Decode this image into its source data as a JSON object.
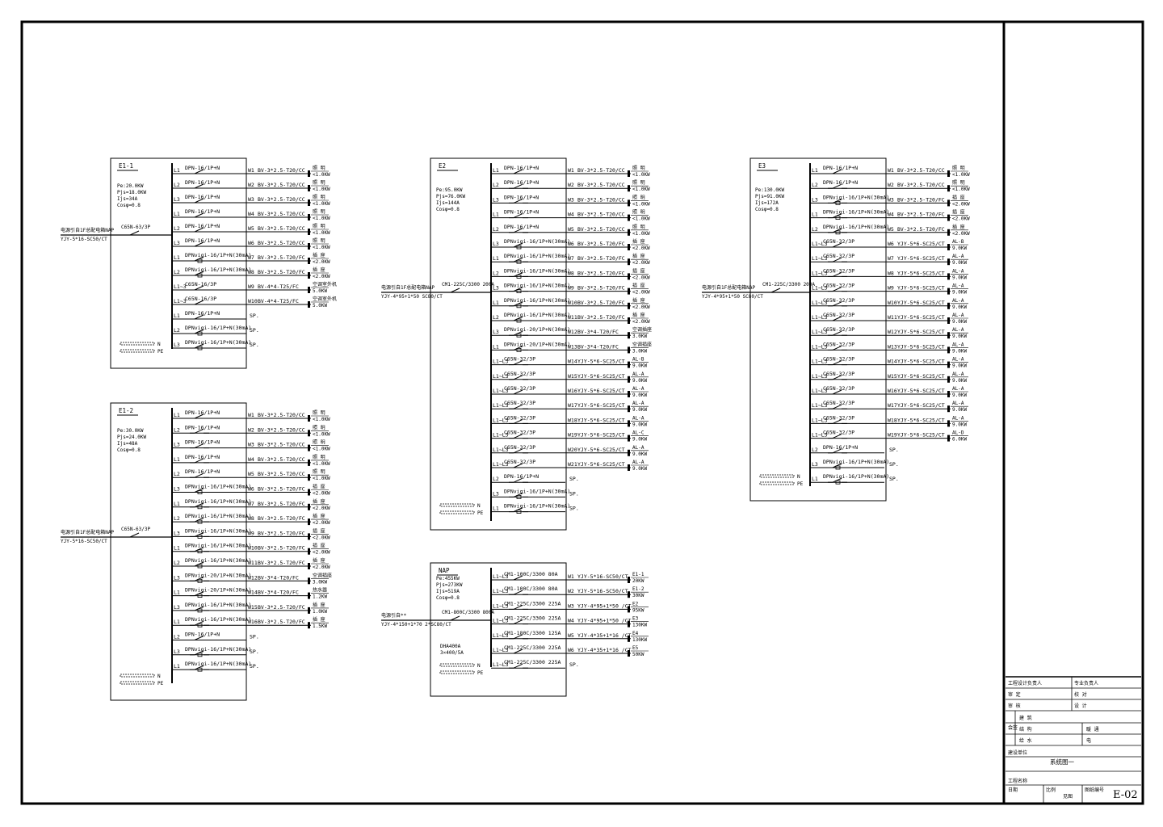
{
  "panels": [
    {
      "id": "E1-1",
      "title": "E1-1",
      "params": [
        "Pe:20.0KW",
        "Pjs=18.0KW",
        "Ijs=34A",
        "Cosφ=0.8"
      ],
      "main_switch": "C65N-63/3P",
      "incoming": "YJY-5*16-SC50/CT",
      "incoming_note": "电源引自1F总配电箱NAP",
      "circuits": [
        {
          "ph": "L1",
          "sw": "DPN-16/1P+N",
          "no": "W1",
          "cable": "BV-3*2.5-T20/CC",
          "use": "照 明",
          "kw": "<1.0KW"
        },
        {
          "ph": "L2",
          "sw": "DPN-16/1P+N",
          "no": "W2",
          "cable": "BV-3*2.5-T20/CC",
          "use": "照 明",
          "kw": "<1.0KW"
        },
        {
          "ph": "L3",
          "sw": "DPN-16/1P+N",
          "no": "W3",
          "cable": "BV-3*2.5-T20/CC",
          "use": "照 明",
          "kw": "<1.0KW"
        },
        {
          "ph": "L1",
          "sw": "DPN-16/1P+N",
          "no": "W4",
          "cable": "BV-3*2.5-T20/CC",
          "use": "照 明",
          "kw": "<1.0KW"
        },
        {
          "ph": "L2",
          "sw": "DPN-16/1P+N",
          "no": "W5",
          "cable": "BV-3*2.5-T20/CC",
          "use": "照 明",
          "kw": "<1.0KW"
        },
        {
          "ph": "L3",
          "sw": "DPN-16/1P+N",
          "no": "W6",
          "cable": "BV-3*2.5-T20/CC",
          "use": "照 明",
          "kw": "<1.0KW"
        },
        {
          "ph": "L1",
          "sw": "DPNvigi-16/1P+N(30mA)",
          "no": "W7",
          "cable": "BV-3*2.5-T20/FC",
          "use": "插 座",
          "kw": "<2.0KW"
        },
        {
          "ph": "L2",
          "sw": "DPNvigi-16/1P+N(30mA)",
          "no": "W8",
          "cable": "BV-3*2.5-T20/FC",
          "use": "插 座",
          "kw": "<2.0KW"
        },
        {
          "ph": "L1~3",
          "sw": "C65N-16/3P",
          "no": "W9",
          "cable": "BV-4*4-T25/FC",
          "use": "空调室外机",
          "kw": "5.0KW"
        },
        {
          "ph": "L1~3",
          "sw": "C65N-16/3P",
          "no": "W10",
          "cable": "BV-4*4-T25/FC",
          "use": "空调室外机",
          "kw": "5.0KW"
        },
        {
          "ph": "L1",
          "sw": "DPN-16/1P+N",
          "no": "",
          "cable": "SP.",
          "use": "",
          "kw": ""
        },
        {
          "ph": "L2",
          "sw": "DPNvigi-16/1P+N(30mA)",
          "no": "",
          "cable": "SP.",
          "use": "",
          "kw": ""
        },
        {
          "ph": "L3",
          "sw": "DPNvigi-16/1P+N(30mA)",
          "no": "",
          "cable": "SP.",
          "use": "",
          "kw": ""
        }
      ]
    },
    {
      "id": "E1-2",
      "title": "E1-2",
      "params": [
        "Pe:30.0KW",
        "Pjs=24.0KW",
        "Ijs=48A",
        "Cosφ=0.8"
      ],
      "main_switch": "C65N-63/3P",
      "incoming": "YJY-5*16-SC50/CT",
      "incoming_note": "电源引自1F总配电箱NAP",
      "circuits": [
        {
          "ph": "L1",
          "sw": "DPN-16/1P+N",
          "no": "W1",
          "cable": "BV-3*2.5-T20/CC",
          "use": "照 明",
          "kw": "<1.0KW"
        },
        {
          "ph": "L2",
          "sw": "DPN-16/1P+N",
          "no": "W2",
          "cable": "BV-3*2.5-T20/CC",
          "use": "照 明",
          "kw": "<1.0KW"
        },
        {
          "ph": "L3",
          "sw": "DPN-16/1P+N",
          "no": "W3",
          "cable": "BV-3*2.5-T20/CC",
          "use": "照 明",
          "kw": "<1.0KW"
        },
        {
          "ph": "L1",
          "sw": "DPN-16/1P+N",
          "no": "W4",
          "cable": "BV-3*2.5-T20/CC",
          "use": "照 明",
          "kw": "<1.0KW"
        },
        {
          "ph": "L2",
          "sw": "DPN-16/1P+N",
          "no": "W5",
          "cable": "BV-3*2.5-T20/CC",
          "use": "照 明",
          "kw": "<1.0KW"
        },
        {
          "ph": "L3",
          "sw": "DPNvigi-16/1P+N(30mA)",
          "no": "W6",
          "cable": "BV-3*2.5-T20/FC",
          "use": "插 座",
          "kw": "<2.0KW"
        },
        {
          "ph": "L1",
          "sw": "DPNvigi-16/1P+N(30mA)",
          "no": "W7",
          "cable": "BV-3*2.5-T20/FC",
          "use": "插 座",
          "kw": "<2.0KW"
        },
        {
          "ph": "L2",
          "sw": "DPNvigi-16/1P+N(30mA)",
          "no": "W8",
          "cable": "BV-3*2.5-T20/FC",
          "use": "插 座",
          "kw": "<2.0KW"
        },
        {
          "ph": "L3",
          "sw": "DPNvigi-16/1P+N(30mA)",
          "no": "W9",
          "cable": "BV-3*2.5-T20/FC",
          "use": "插 座",
          "kw": "<2.0KW"
        },
        {
          "ph": "L1",
          "sw": "DPNvigi-16/1P+N(30mA)",
          "no": "W10",
          "cable": "BV-3*2.5-T20/FC",
          "use": "插 座",
          "kw": "<2.0KW"
        },
        {
          "ph": "L2",
          "sw": "DPNvigi-16/1P+N(30mA)",
          "no": "W11",
          "cable": "BV-3*2.5-T20/FC",
          "use": "插 座",
          "kw": "<2.0KW"
        },
        {
          "ph": "L3",
          "sw": "DPNvigi-20/1P+N(30mA)",
          "no": "W12",
          "cable": "BV-3*4-T20/FC",
          "use": "空调插座",
          "kw": "3.0KW"
        },
        {
          "ph": "L1",
          "sw": "DPNvigi-20/1P+N(30mA)",
          "no": "W14",
          "cable": "BV-3*4-T20/FC",
          "use": "热水器",
          "kw": "1.2KW"
        },
        {
          "ph": "L3",
          "sw": "DPNvigi-16/1P+N(30mA)",
          "no": "W15",
          "cable": "BV-3*2.5-T20/FC",
          "use": "插 座",
          "kw": "1.0KW"
        },
        {
          "ph": "L1",
          "sw": "DPNvigi-16/1P+N(30mA)",
          "no": "W16",
          "cable": "BV-3*2.5-T20/FC",
          "use": "插 座",
          "kw": "1.5KW"
        },
        {
          "ph": "L2",
          "sw": "DPN-16/1P+N",
          "no": "",
          "cable": "SP.",
          "use": "",
          "kw": ""
        },
        {
          "ph": "L3",
          "sw": "DPNvigi-16/1P+N(30mA)",
          "no": "",
          "cable": "SP.",
          "use": "",
          "kw": ""
        },
        {
          "ph": "L1",
          "sw": "DPNvigi-16/1P+N(30mA)",
          "no": "",
          "cable": "SP.",
          "use": "",
          "kw": ""
        }
      ]
    },
    {
      "id": "E2",
      "title": "E2",
      "params": [
        "Pe:95.0KW",
        "Pjs=76.0KW",
        "Ijs=144A",
        "Cosφ=0.8"
      ],
      "main_switch": "CM1-225C/3300 200A",
      "incoming": "YJY-4*95+1*50 SC80/CT",
      "incoming_note": "电源引自1F总配电箱NAP",
      "circuits": [
        {
          "ph": "L1",
          "sw": "DPN-16/1P+N",
          "no": "W1",
          "cable": "BV-3*2.5-T20/CC",
          "use": "照 明",
          "kw": "<1.0KW"
        },
        {
          "ph": "L2",
          "sw": "DPN-16/1P+N",
          "no": "W2",
          "cable": "BV-3*2.5-T20/CC",
          "use": "照 明",
          "kw": "<1.0KW"
        },
        {
          "ph": "L3",
          "sw": "DPN-16/1P+N",
          "no": "W3",
          "cable": "BV-3*2.5-T20/CC",
          "use": "照 明",
          "kw": "<1.0KW"
        },
        {
          "ph": "L1",
          "sw": "DPN-16/1P+N",
          "no": "W4",
          "cable": "BV-3*2.5-T20/CC",
          "use": "照 明",
          "kw": "<1.0KW"
        },
        {
          "ph": "L2",
          "sw": "DPN-16/1P+N",
          "no": "W5",
          "cable": "BV-3*2.5-T20/CC",
          "use": "照 明",
          "kw": "<1.0KW"
        },
        {
          "ph": "L3",
          "sw": "DPNvigi-16/1P+N(30mA)",
          "no": "W6",
          "cable": "BV-3*2.5-T20/FC",
          "use": "插 座",
          "kw": "<2.0KW"
        },
        {
          "ph": "L1",
          "sw": "DPNvigi-16/1P+N(30mA)",
          "no": "W7",
          "cable": "BV-3*2.5-T20/FC",
          "use": "插 座",
          "kw": "<2.0KW"
        },
        {
          "ph": "L2",
          "sw": "DPNvigi-16/1P+N(30mA)",
          "no": "W8",
          "cable": "BV-3*2.5-T20/FC",
          "use": "插 座",
          "kw": "<2.0KW"
        },
        {
          "ph": "L3",
          "sw": "DPNvigi-16/1P+N(30mA)",
          "no": "W9",
          "cable": "BV-3*2.5-T20/FC",
          "use": "插 座",
          "kw": "<2.0KW"
        },
        {
          "ph": "L1",
          "sw": "DPNvigi-16/1P+N(30mA)",
          "no": "W10",
          "cable": "BV-3*2.5-T20/FC",
          "use": "插 座",
          "kw": "<2.0KW"
        },
        {
          "ph": "L2",
          "sw": "DPNvigi-16/1P+N(30mA)",
          "no": "W11",
          "cable": "BV-3*2.5-T20/FC",
          "use": "插 座",
          "kw": "<2.0KW"
        },
        {
          "ph": "L3",
          "sw": "DPNvigi-20/1P+N(30mA)",
          "no": "W12",
          "cable": "BV-3*4-T20/FC",
          "use": "空调插座",
          "kw": "3.0KW"
        },
        {
          "ph": "L1",
          "sw": "DPNvigi-20/1P+N(30mA)",
          "no": "W13",
          "cable": "BV-3*4-T20/FC",
          "use": "空调插座",
          "kw": "3.0KW"
        },
        {
          "ph": "L1~L3",
          "sw": "C65N-32/3P",
          "no": "W14",
          "cable": "YJY-5*6-SC25/CT",
          "use": "AL-B",
          "kw": "9.0KW"
        },
        {
          "ph": "L1~L3",
          "sw": "C65N-32/3P",
          "no": "W15",
          "cable": "YJY-5*6-SC25/CT",
          "use": "AL-A",
          "kw": "9.0KW"
        },
        {
          "ph": "L1~L3",
          "sw": "C65N-32/3P",
          "no": "W16",
          "cable": "YJY-5*6-SC25/CT",
          "use": "AL-A",
          "kw": "9.0KW"
        },
        {
          "ph": "L1~L3",
          "sw": "C65N-32/3P",
          "no": "W17",
          "cable": "YJY-5*6-SC25/CT",
          "use": "AL-A",
          "kw": "9.0KW"
        },
        {
          "ph": "L1~L3",
          "sw": "C65N-32/3P",
          "no": "W18",
          "cable": "YJY-5*6-SC25/CT",
          "use": "AL-A",
          "kw": "9.0KW"
        },
        {
          "ph": "L1~L3",
          "sw": "C65N-32/3P",
          "no": "W19",
          "cable": "YJY-5*6-SC25/CT",
          "use": "AL-C",
          "kw": "9.0KW"
        },
        {
          "ph": "L1~L3",
          "sw": "C65N-32/3P",
          "no": "W20",
          "cable": "YJY-5*6-SC25/CT",
          "use": "AL-A",
          "kw": "9.0KW"
        },
        {
          "ph": "L1~L3",
          "sw": "C65N-32/3P",
          "no": "W21",
          "cable": "YJY-5*6-SC25/CT",
          "use": "AL-A",
          "kw": "9.0KW"
        },
        {
          "ph": "L2",
          "sw": "DPN-16/1P+N",
          "no": "",
          "cable": "SP.",
          "use": "",
          "kw": ""
        },
        {
          "ph": "L3",
          "sw": "DPNvigi-16/1P+N(30mA)",
          "no": "",
          "cable": "SP.",
          "use": "",
          "kw": ""
        },
        {
          "ph": "L1",
          "sw": "DPNvigi-16/1P+N(30mA)",
          "no": "",
          "cable": "SP.",
          "use": "",
          "kw": ""
        }
      ]
    },
    {
      "id": "E3",
      "title": "E3",
      "params": [
        "Pe:130.0KW",
        "Pjs=91.0KW",
        "Ijs=172A",
        "Cosφ=0.8"
      ],
      "main_switch": "CM1-225C/3300 200A",
      "incoming": "YJY-4*95+1*50 SC80/CT",
      "incoming_note": "电源引自1F总配电箱NAP",
      "circuits": [
        {
          "ph": "L1",
          "sw": "DPN-16/1P+N",
          "no": "W1",
          "cable": "BV-3*2.5-T20/CC",
          "use": "照 明",
          "kw": "<1.0KW"
        },
        {
          "ph": "L2",
          "sw": "DPN-16/1P+N",
          "no": "W2",
          "cable": "BV-3*2.5-T20/CC",
          "use": "照 明",
          "kw": "<1.0KW"
        },
        {
          "ph": "L3",
          "sw": "DPNvigi-16/1P+N(30mA)",
          "no": "W3",
          "cable": "BV-3*2.5-T20/FC",
          "use": "插 座",
          "kw": "<2.0KW"
        },
        {
          "ph": "L1",
          "sw": "DPNvigi-16/1P+N(30mA)",
          "no": "W4",
          "cable": "BV-3*2.5-T20/FC",
          "use": "插 座",
          "kw": "<2.0KW"
        },
        {
          "ph": "L2",
          "sw": "DPNvigi-16/1P+N(30mA)",
          "no": "W5",
          "cable": "BV-3*2.5-T20/FC",
          "use": "插 座",
          "kw": "<2.0KW"
        },
        {
          "ph": "L1~L3",
          "sw": "C65N-32/3P",
          "no": "W6",
          "cable": "YJY-5*6-SC25/CT",
          "use": "AL-B",
          "kw": "9.0KW"
        },
        {
          "ph": "L1~L3",
          "sw": "C65N-32/3P",
          "no": "W7",
          "cable": "YJY-5*6-SC25/CT",
          "use": "AL-A",
          "kw": "9.0KW"
        },
        {
          "ph": "L1~L3",
          "sw": "C65N-32/3P",
          "no": "W8",
          "cable": "YJY-5*6-SC25/CT",
          "use": "AL-A",
          "kw": "9.0KW"
        },
        {
          "ph": "L1~L3",
          "sw": "C65N-32/3P",
          "no": "W9",
          "cable": "YJY-5*6-SC25/CT",
          "use": "AL-A",
          "kw": "9.0KW"
        },
        {
          "ph": "L1~L3",
          "sw": "C65N-32/3P",
          "no": "W10",
          "cable": "YJY-5*6-SC25/CT",
          "use": "AL-A",
          "kw": "9.0KW"
        },
        {
          "ph": "L1~L3",
          "sw": "C65N-32/3P",
          "no": "W11",
          "cable": "YJY-5*6-SC25/CT",
          "use": "AL-A",
          "kw": "9.0KW"
        },
        {
          "ph": "L1~L3",
          "sw": "C65N-32/3P",
          "no": "W12",
          "cable": "YJY-5*6-SC25/CT",
          "use": "AL-A",
          "kw": "9.0KW"
        },
        {
          "ph": "L1~L3",
          "sw": "C65N-32/3P",
          "no": "W13",
          "cable": "YJY-5*6-SC25/CT",
          "use": "AL-A",
          "kw": "9.0KW"
        },
        {
          "ph": "L1~L3",
          "sw": "C65N-32/3P",
          "no": "W14",
          "cable": "YJY-5*6-SC25/CT",
          "use": "AL-A",
          "kw": "9.0KW"
        },
        {
          "ph": "L1~L3",
          "sw": "C65N-32/3P",
          "no": "W15",
          "cable": "YJY-5*6-SC25/CT",
          "use": "AL-A",
          "kw": "9.0KW"
        },
        {
          "ph": "L1~L3",
          "sw": "C65N-32/3P",
          "no": "W16",
          "cable": "YJY-5*6-SC25/CT",
          "use": "AL-A",
          "kw": "9.0KW"
        },
        {
          "ph": "L1~L3",
          "sw": "C65N-32/3P",
          "no": "W17",
          "cable": "YJY-5*6-SC25/CT",
          "use": "AL-A",
          "kw": "9.0KW"
        },
        {
          "ph": "L1~L3",
          "sw": "C65N-32/3P",
          "no": "W18",
          "cable": "YJY-5*6-SC25/CT",
          "use": "AL-A",
          "kw": "9.0KW"
        },
        {
          "ph": "L1~L3",
          "sw": "C65N-32/3P",
          "no": "W19",
          "cable": "YJY-5*6-SC25/CT",
          "use": "AL-D",
          "kw": "6.0KW"
        },
        {
          "ph": "L2",
          "sw": "DPN-16/1P+N",
          "no": "",
          "cable": "SP.",
          "use": "",
          "kw": ""
        },
        {
          "ph": "L3",
          "sw": "DPNvigi-16/1P+N(30mA)",
          "no": "",
          "cable": "SP.",
          "use": "",
          "kw": ""
        },
        {
          "ph": "L1",
          "sw": "DPNvigi-16/1P+N(30mA)",
          "no": "",
          "cable": "SP.",
          "use": "",
          "kw": ""
        }
      ]
    },
    {
      "id": "NAP",
      "title": "NAP",
      "params": [
        "Pe:455KW",
        "Pjs=273KW",
        "Ijs=519A",
        "Cosφ=0.8"
      ],
      "main_switch": "CM1-800C/3300 800A",
      "incoming": "YJY-4*150+1*70 2*SC80/CT",
      "incoming_note": "电源引自**",
      "spd_label": "DHA400A",
      "meter_label": "3×400/5A",
      "circuits": [
        {
          "ph": "L1~L3",
          "sw": "CM1-100C/3300 80A",
          "no": "W1",
          "cable": "YJY-5*16-SC50/CT",
          "use": "E1-1",
          "kw": "20KW"
        },
        {
          "ph": "L1~L3",
          "sw": "CM1-100C/3300 80A",
          "no": "W2",
          "cable": "YJY-5*16-SC50/CT",
          "use": "E1-2",
          "kw": "30KW"
        },
        {
          "ph": "L1~L3",
          "sw": "CM1-225C/3300 225A",
          "no": "W3",
          "cable": "YJY-4*95+1*50 /CT",
          "use": "E2",
          "kw": "95KW"
        },
        {
          "ph": "L1~L3",
          "sw": "CM1-225C/3300 225A",
          "no": "W4",
          "cable": "YJY-4*95+1*50 /CT",
          "use": "E3",
          "kw": "130KW"
        },
        {
          "ph": "L1~L3",
          "sw": "CM1-180C/3300 125A",
          "no": "W5",
          "cable": "YJY-4*35+1*16 /CT",
          "use": "E4",
          "kw": "130KW"
        },
        {
          "ph": "L1~L3",
          "sw": "CM1-225C/3300 225A",
          "no": "W6",
          "cable": "YJY-4*35+1*16 /CT",
          "use": "E5",
          "kw": "50KW"
        },
        {
          "ph": "L1~L3",
          "sw": "CM1-225C/3300 225A",
          "no": "",
          "cable": "SP.",
          "use": "",
          "kw": ""
        }
      ]
    }
  ],
  "bus_labels": {
    "n": "N",
    "pe": "PE"
  },
  "title_block": {
    "rows": [
      [
        "工程设计负责人",
        "专业负责人"
      ],
      [
        "审 定",
        "校 对"
      ],
      [
        "审 核",
        "设 计"
      ]
    ],
    "sign_label": "会签",
    "sign_rows": [
      [
        "建 筑",
        ""
      ],
      [
        "结 构",
        "暖 通"
      ],
      [
        "给 水",
        "电"
      ]
    ],
    "project_label": "建设单位",
    "drawing_name": "系统图一",
    "engineering_label": "工程名称",
    "date_label": "日期",
    "scale_label": "比例",
    "scale_value": "见图",
    "number_label": "图纸编号",
    "drawing_number": "E-02"
  }
}
